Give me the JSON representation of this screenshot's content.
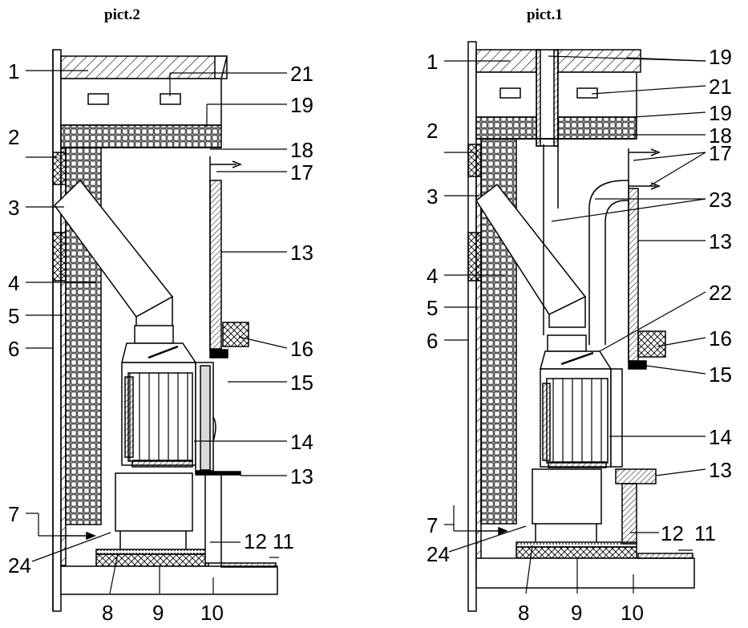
{
  "figures": [
    {
      "title": "pict.2",
      "labels": [
        {
          "id": "l2-1",
          "text": "1"
        },
        {
          "id": "l2-2",
          "text": "2"
        },
        {
          "id": "l2-3",
          "text": "3"
        },
        {
          "id": "l2-4",
          "text": "4"
        },
        {
          "id": "l2-5",
          "text": "5"
        },
        {
          "id": "l2-6",
          "text": "6"
        },
        {
          "id": "l2-7",
          "text": "7"
        },
        {
          "id": "l2-24",
          "text": "24"
        },
        {
          "id": "l2-8",
          "text": "8"
        },
        {
          "id": "l2-9",
          "text": "9"
        },
        {
          "id": "l2-10",
          "text": "10"
        },
        {
          "id": "l2-11",
          "text": "11"
        },
        {
          "id": "l2-12",
          "text": "12"
        },
        {
          "id": "l2-13a",
          "text": "13"
        },
        {
          "id": "l2-14",
          "text": "14"
        },
        {
          "id": "l2-15",
          "text": "15"
        },
        {
          "id": "l2-16",
          "text": "16"
        },
        {
          "id": "l2-13b",
          "text": "13"
        },
        {
          "id": "l2-17",
          "text": "17"
        },
        {
          "id": "l2-18",
          "text": "18"
        },
        {
          "id": "l2-19",
          "text": "19"
        },
        {
          "id": "l2-21",
          "text": "21"
        }
      ]
    },
    {
      "title": "pict.1",
      "labels": [
        {
          "id": "l1-1",
          "text": "1"
        },
        {
          "id": "l1-2",
          "text": "2"
        },
        {
          "id": "l1-3",
          "text": "3"
        },
        {
          "id": "l1-4",
          "text": "4"
        },
        {
          "id": "l1-5",
          "text": "5"
        },
        {
          "id": "l1-6",
          "text": "6"
        },
        {
          "id": "l1-7",
          "text": "7"
        },
        {
          "id": "l1-24",
          "text": "24"
        },
        {
          "id": "l1-8",
          "text": "8"
        },
        {
          "id": "l1-9",
          "text": "9"
        },
        {
          "id": "l1-10",
          "text": "10"
        },
        {
          "id": "l1-11",
          "text": "11"
        },
        {
          "id": "l1-12",
          "text": "12"
        },
        {
          "id": "l1-13a",
          "text": "13"
        },
        {
          "id": "l1-14",
          "text": "14"
        },
        {
          "id": "l1-15",
          "text": "15"
        },
        {
          "id": "l1-16",
          "text": "16"
        },
        {
          "id": "l1-22",
          "text": "22"
        },
        {
          "id": "l1-13b",
          "text": "13"
        },
        {
          "id": "l1-23",
          "text": "23"
        },
        {
          "id": "l1-17",
          "text": "17"
        },
        {
          "id": "l1-18",
          "text": "18"
        },
        {
          "id": "l1-19a",
          "text": "19"
        },
        {
          "id": "l1-21",
          "text": "21"
        },
        {
          "id": "l1-19b",
          "text": "19"
        }
      ]
    }
  ]
}
